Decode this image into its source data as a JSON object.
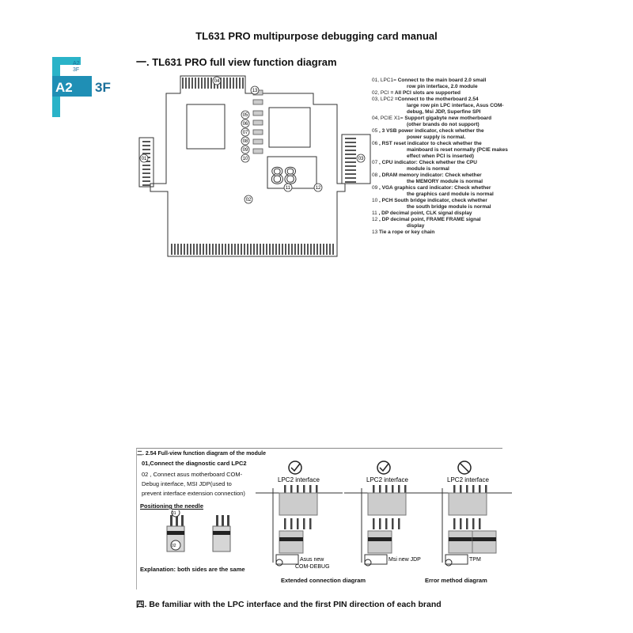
{
  "logo": {
    "line1": "A2",
    "line2": "3F",
    "big": "A2 3F"
  },
  "doc_title": "TL631 PRO multipurpose debugging card manual",
  "section1": {
    "heading": "一. TL631 PRO full view function diagram",
    "diagram_labels": [
      "01",
      "02",
      "03",
      "04",
      "05",
      "06",
      "07",
      "08",
      "09",
      "10",
      "11",
      "12",
      "13"
    ],
    "seven_segment": "88",
    "functions": [
      {
        "num": "01, LPC1=",
        "text": "Connect to the main board 2.0 small"
      },
      {
        "num": "",
        "text": "row pin interface, 2.0 module"
      },
      {
        "num": "02, PCI",
        "text": "= All PCI slots are supported"
      },
      {
        "num": "03, LPC2",
        "text": "=Connect to the motherboard 2.54"
      },
      {
        "num": "",
        "text": "large row pin LPC interface, Asus COM-"
      },
      {
        "num": "",
        "text": "debug, Msi JDP, Superfine SPI"
      },
      {
        "num": "04, PCIE X1=",
        "text": "Support gigabyte new motherboard"
      },
      {
        "num": "",
        "text": "(other brands do not support)"
      },
      {
        "num": "05",
        "text": ", 3 VSB power indicator, check whether the"
      },
      {
        "num": "",
        "text": "power supply is normal."
      },
      {
        "num": "06",
        "text": ", RST reset indicator to check whether the"
      },
      {
        "num": "",
        "text": "mainboard is reset normally (PCIE makes"
      },
      {
        "num": "",
        "text": "effect when PCI is inserted)"
      },
      {
        "num": "07",
        "text": ", CPU indicator: Check whether the CPU"
      },
      {
        "num": "",
        "text": "module is normal"
      },
      {
        "num": "08",
        "text": ", DRAM memory indicator: Check whether"
      },
      {
        "num": "",
        "text": "the MEMORY module is normal"
      },
      {
        "num": "09",
        "text": ", VGA graphics card indicator: Check whether"
      },
      {
        "num": "",
        "text": "the graphics card module is normal"
      },
      {
        "num": "10",
        "text": ", PCH South bridge indicator, check whether"
      },
      {
        "num": "",
        "text": "the south bridge module is normal"
      },
      {
        "num": "11",
        "text": ", DP decimal point, CLK signal display"
      },
      {
        "num": "12",
        "text": ", DP decimal point, FRAME FRAME signal"
      },
      {
        "num": "",
        "text": "display"
      },
      {
        "num": "13",
        "text": "Tie a rope or key chain"
      }
    ]
  },
  "section2": {
    "heading": "二. 2.54 Full-view function diagram of the module",
    "item1": "01,Connect the diagnostic card LPC2",
    "item2a": "02 , Connect asus motherboard COM-",
    "item2b": "Debug interface, MSI JDP(used to",
    "item2c": "prevent interface extension connection)",
    "positioning": "Positioning the needle",
    "pin01": "01",
    "pin02": "02",
    "explanation": "Explanation: both sides are the same",
    "diagrams": [
      {
        "label": "LPC2 interface",
        "mark": "ok",
        "board": "Asus new",
        "board2": "COM-DEBUG"
      },
      {
        "label": "LPC2 interface",
        "mark": "ok",
        "board": "Msi new JDP",
        "board2": ""
      },
      {
        "label": "LPC2 interface",
        "mark": "no",
        "board": "TPM",
        "board2": ""
      }
    ],
    "caption_ext": "Extended connection diagram",
    "caption_err": "Error method diagram"
  },
  "section4": {
    "heading": "四.  Be familiar with the LPC interface and the first PIN direction of each brand"
  },
  "colors": {
    "logo_cyan": "#2ab3c8",
    "logo_dark": "#1a6f9a",
    "board_line": "#333"
  }
}
